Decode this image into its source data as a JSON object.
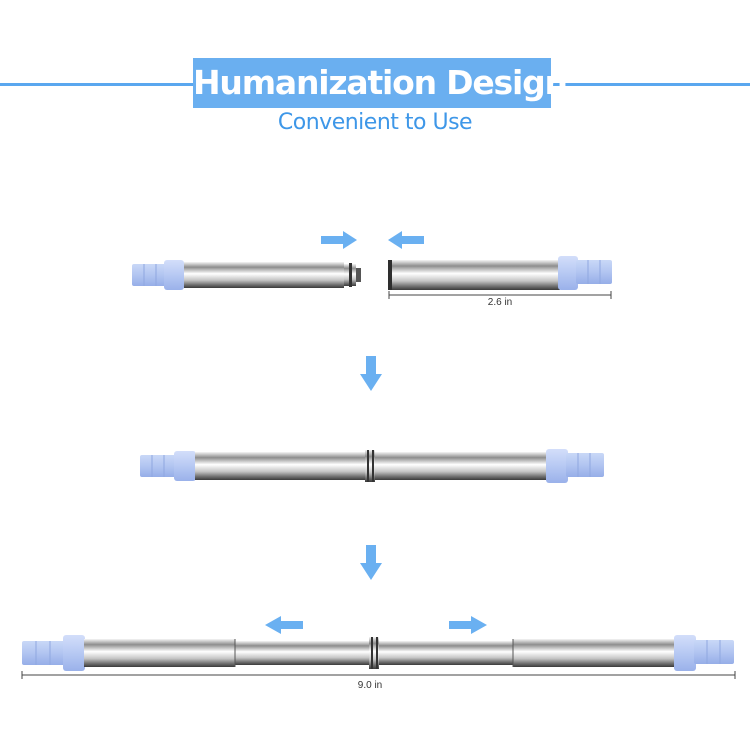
{
  "header": {
    "title": "Humanization Design",
    "subtitle": "Convenient to Use"
  },
  "dimensions": {
    "short_length": "2.6 in",
    "full_length": "9.0 in"
  },
  "colors": {
    "accent": "#5aa7ef",
    "banner_bg": "#6aaff0",
    "subtitle": "#3e97e8",
    "end_cap": "#b4c7f2"
  }
}
